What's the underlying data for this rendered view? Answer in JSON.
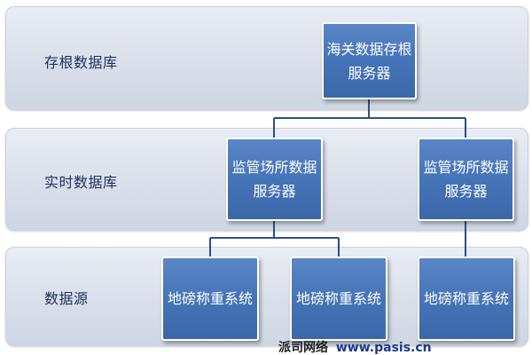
{
  "tiers": [
    {
      "label": "存根数据库"
    },
    {
      "label": "实时数据库"
    },
    {
      "label": "数据源"
    }
  ],
  "nodes": {
    "top": {
      "lines": [
        "海关数据存根",
        "服务器"
      ]
    },
    "mid1": {
      "lines": [
        "监管场所数据",
        "服务器"
      ]
    },
    "mid2": {
      "lines": [
        "监管场所数据",
        "服务器"
      ]
    },
    "bot1": {
      "lines": [
        "地磅称重系统"
      ]
    },
    "bot2": {
      "lines": [
        "地磅称重系统"
      ]
    },
    "bot3": {
      "lines": [
        "地磅称重系统"
      ]
    }
  },
  "colors": {
    "node_fill": "#4574b8",
    "band_fill": "#d9dfea",
    "connector": "#2c4f86",
    "label_text": "#1d2f5a"
  },
  "watermark": {
    "name": "派司网络",
    "site": "www.pasis.cn"
  }
}
